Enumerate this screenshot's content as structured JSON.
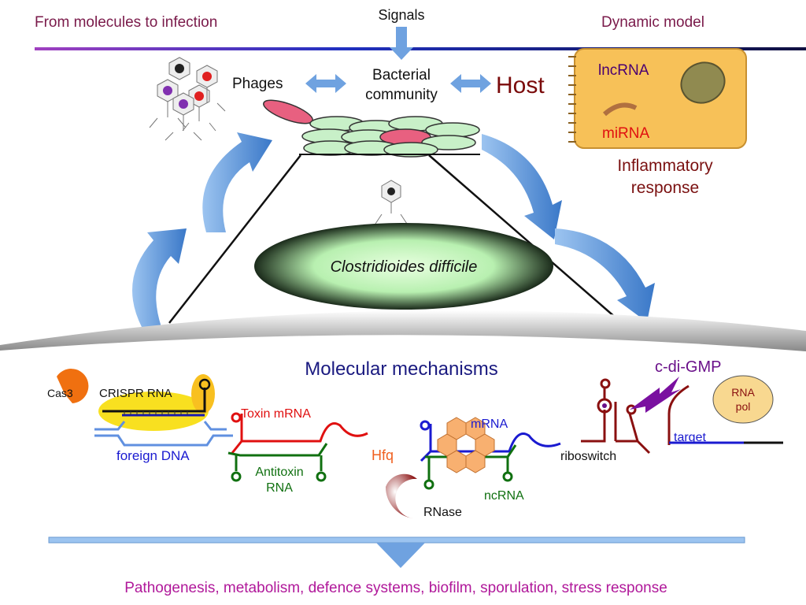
{
  "header": {
    "left": "From molecules to infection",
    "center": "Signals",
    "right": "Dynamic model"
  },
  "top": {
    "phages": "Phages",
    "community_line1": "Bacterial",
    "community_line2": "community",
    "host": "Host",
    "lncrna": "lncRNA",
    "mirna": "miRNA",
    "inflammatory_line1": "Inflammatory",
    "inflammatory_line2": "response",
    "organism": "Clostridioides difficile"
  },
  "mechanisms": {
    "title": "Molecular mechanisms",
    "cas3": "Cas3",
    "crispr_rna": "CRISPR RNA",
    "foreign_dna": "foreign DNA",
    "toxin_mrna": "Toxin mRNA",
    "antitoxin_line1": "Antitoxin",
    "antitoxin_line2": "RNA",
    "hfq": "Hfq",
    "mrna": "mRNA",
    "ncrna": "ncRNA",
    "rnase": "RNase",
    "riboswitch": "riboswitch",
    "cdigmp": "c-di-GMP",
    "rnapol_line1": "RNA",
    "rnapol_line2": "pol",
    "target": "target"
  },
  "footer": {
    "outcomes": "Pathogenesis, metabolism, defence systems, biofilm, sporulation, stress response"
  },
  "colors": {
    "header_text": "#7a1a4a",
    "host": "#7a0a0a",
    "mechanisms_title": "#1a1a80",
    "footer_text": "#b0189a",
    "cell": "#f7c158",
    "arrows": "#5b8fd6"
  }
}
